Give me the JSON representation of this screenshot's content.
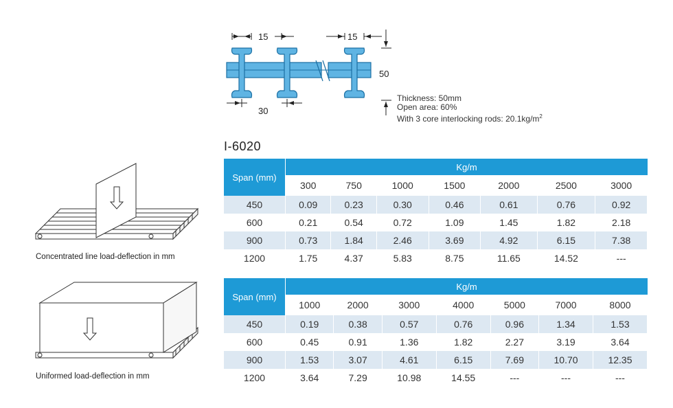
{
  "profile": {
    "dim_top_left": "15",
    "dim_top_right": "15",
    "dim_pitch": "30",
    "dim_height": "50",
    "specs": {
      "thickness": "Thickness: 50mm",
      "open_area": "Open area: 60%",
      "rods_prefix": "With 3 core interlocking rods: 20.1kg/m",
      "rods_sup": "2"
    }
  },
  "product_code": "I-6020",
  "illustrations": {
    "line_caption": "Concentrated line load-deflection in mm",
    "uniform_caption": "Uniformed load-deflection in mm"
  },
  "table_line": {
    "span_header": "Span (mm)",
    "kgm_header": "Kg/m",
    "columns": [
      "300",
      "750",
      "1000",
      "1500",
      "2000",
      "2500",
      "3000"
    ],
    "rows": [
      {
        "span": "450",
        "values": [
          "0.09",
          "0.23",
          "0.30",
          "0.46",
          "0.61",
          "0.76",
          "0.92"
        ]
      },
      {
        "span": "600",
        "values": [
          "0.21",
          "0.54",
          "0.72",
          "1.09",
          "1.45",
          "1.82",
          "2.18"
        ]
      },
      {
        "span": "900",
        "values": [
          "0.73",
          "1.84",
          "2.46",
          "3.69",
          "4.92",
          "6.15",
          "7.38"
        ]
      },
      {
        "span": "1200",
        "values": [
          "1.75",
          "4.37",
          "5.83",
          "8.75",
          "11.65",
          "14.52",
          "---"
        ]
      }
    ]
  },
  "table_uniform": {
    "span_header": "Span (mm)",
    "kgm_header": "Kg/m",
    "columns": [
      "1000",
      "2000",
      "3000",
      "4000",
      "5000",
      "7000",
      "8000"
    ],
    "rows": [
      {
        "span": "450",
        "values": [
          "0.19",
          "0.38",
          "0.57",
          "0.76",
          "0.96",
          "1.34",
          "1.53"
        ]
      },
      {
        "span": "600",
        "values": [
          "0.45",
          "0.91",
          "1.36",
          "1.82",
          "2.27",
          "3.19",
          "3.64"
        ]
      },
      {
        "span": "900",
        "values": [
          "1.53",
          "3.07",
          "4.61",
          "6.15",
          "7.69",
          "10.70",
          "12.35"
        ]
      },
      {
        "span": "1200",
        "values": [
          "3.64",
          "7.29",
          "10.98",
          "14.55",
          "---",
          "---",
          "---"
        ]
      }
    ]
  },
  "colors": {
    "header_blue": "#1e9ad6",
    "row_alt": "#dde8f2",
    "bar_blue": "#5fb4e3"
  }
}
